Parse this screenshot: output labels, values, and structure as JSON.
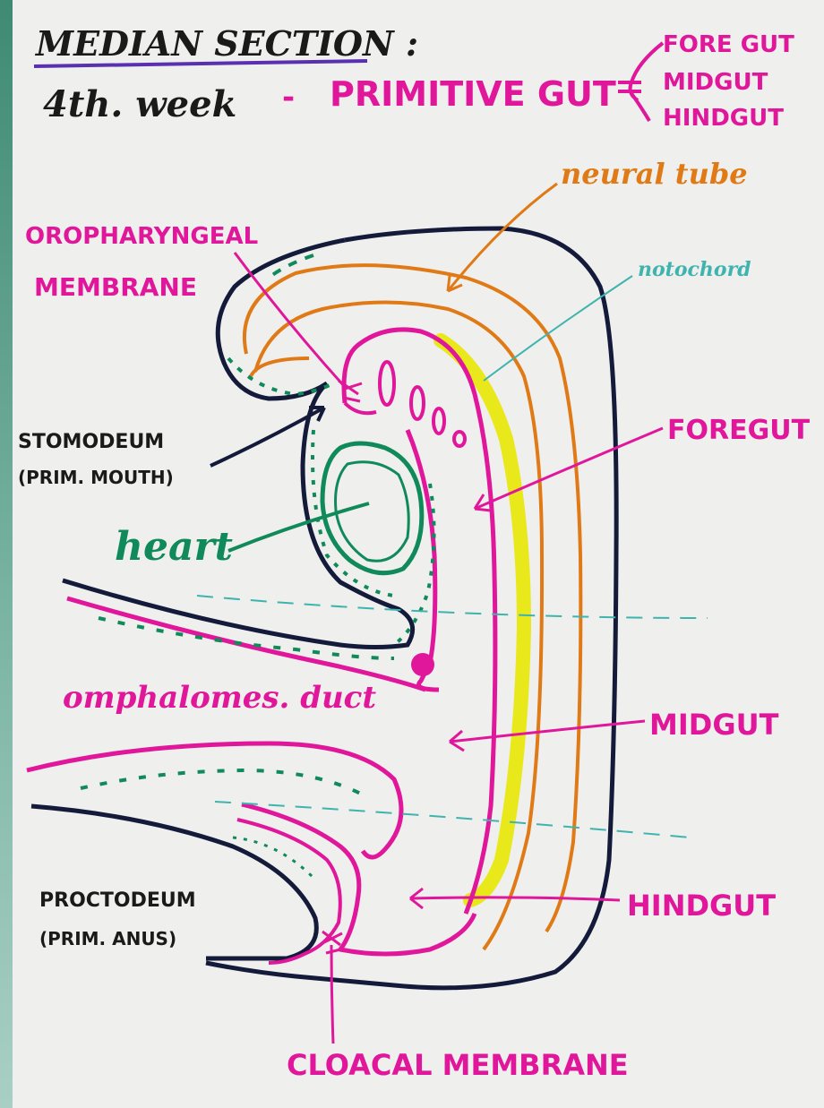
{
  "title": {
    "line1": "MEDIAN SECTION :",
    "line2_week": "4th. week",
    "line2_dash": "-",
    "line2_gut": "PRIMITIVE GUT",
    "gut_parts": [
      "FORE GUT",
      "MIDGUT",
      "HINDGUT"
    ]
  },
  "labels": {
    "neural_tube": "neural tube",
    "notochord": "notochord",
    "oropharyngeal_1": "OROPHARYNGEAL",
    "oropharyngeal_2": "MEMBRANE",
    "stomodeum_1": "STOMODEUM",
    "stomodeum_2": "(PRIM. MOUTH)",
    "heart": "heart",
    "foregut": "FOREGUT",
    "omphalomes": "omphalomes. duct",
    "midgut": "MIDGUT",
    "proctodeum_1": "PROCTODEUM",
    "proctodeum_2": "(PRIM. ANUS)",
    "hindgut": "HINDGUT",
    "cloacal": "CLOACAL MEMBRANE"
  },
  "colors": {
    "magenta": "#e0179b",
    "orange": "#e07a16",
    "yellow": "#e9e81a",
    "green": "#108a5a",
    "navy": "#141a3a",
    "teal": "#3fb3ae",
    "purple": "#5a2fb0",
    "board": "#efefed"
  }
}
